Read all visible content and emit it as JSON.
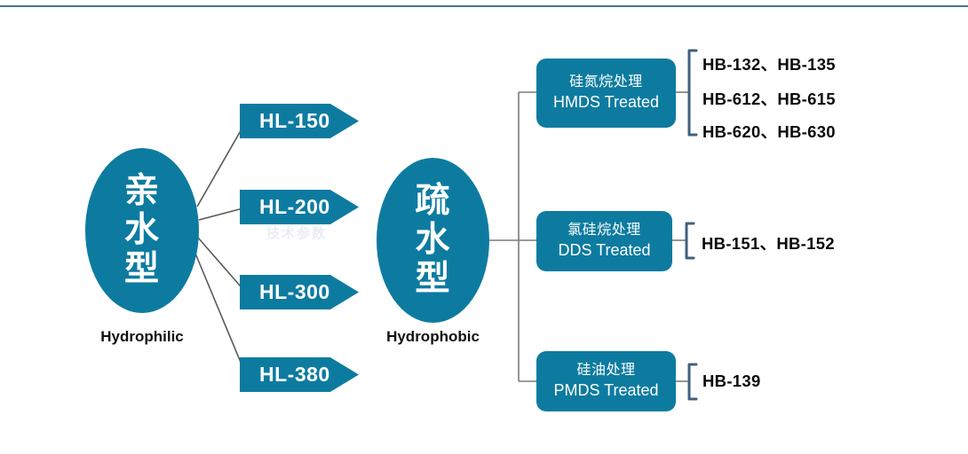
{
  "diagram": {
    "title_rule_color": "#4a7593",
    "brand_teal": "#0d7ba0",
    "bracket_color": "#40607d",
    "connector_color": "#595959",
    "watermark_text": "技术参数"
  },
  "hydrophilic": {
    "cn_line1": "亲",
    "cn_line2": "水",
    "cn_line3": "型",
    "en_label": "Hydrophilic",
    "products": [
      {
        "label": "HL-150"
      },
      {
        "label": "HL-200"
      },
      {
        "label": "HL-300"
      },
      {
        "label": "HL-380"
      }
    ]
  },
  "hydrophobic": {
    "cn_line1": "疏",
    "cn_line2": "水",
    "cn_line3": "型",
    "en_label": "Hydrophobic",
    "treatments": [
      {
        "cn": "硅氮烷处理",
        "en": "HMDS Treated",
        "codes": [
          "HB-132、HB-135",
          "HB-612、HB-615",
          "HB-620、HB-630"
        ]
      },
      {
        "cn": "氯硅烷处理",
        "en": "DDS Treated",
        "codes": [
          "HB-151、HB-152"
        ]
      },
      {
        "cn": "硅油处理",
        "en": "PMDS Treated",
        "codes": [
          "HB-139"
        ]
      }
    ]
  }
}
